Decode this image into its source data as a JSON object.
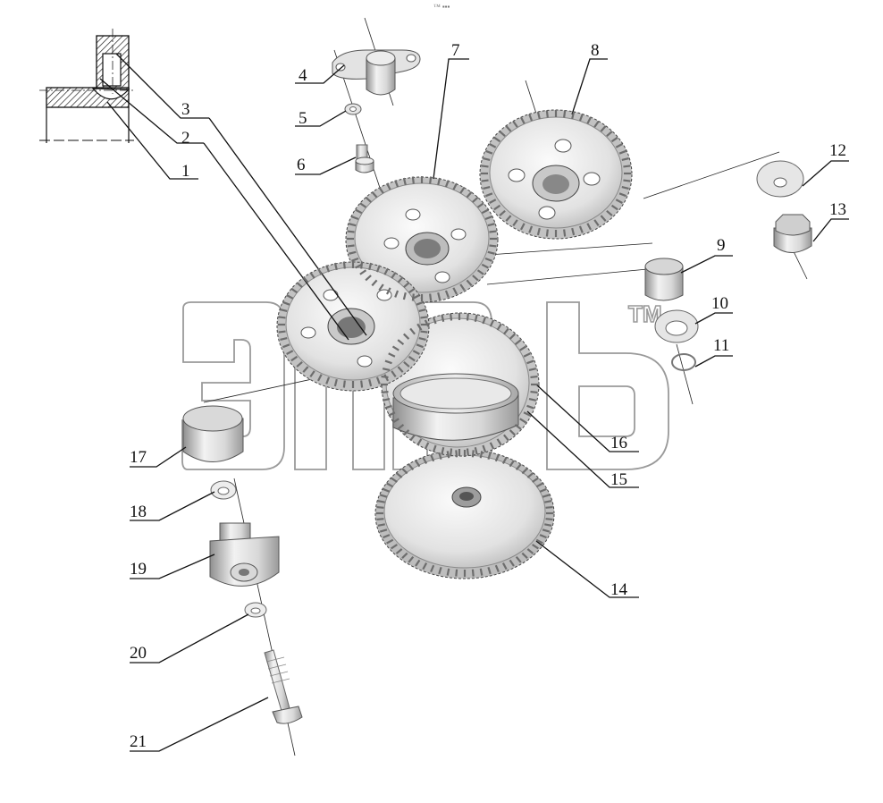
{
  "callouts": [
    "1",
    "2",
    "3",
    "4",
    "5",
    "6",
    "7",
    "8",
    "9",
    "10",
    "11",
    "12",
    "13",
    "14",
    "15",
    "16",
    "17",
    "18",
    "19",
    "20",
    "21"
  ],
  "watermark": {
    "mark": "TM"
  },
  "header_mark": "™ ▪▪▪",
  "colors": {
    "part_fill": "#e6e6e6",
    "part_shade": "#c9c9c9",
    "line": "#111111",
    "watermark": "#9a9a9a"
  }
}
